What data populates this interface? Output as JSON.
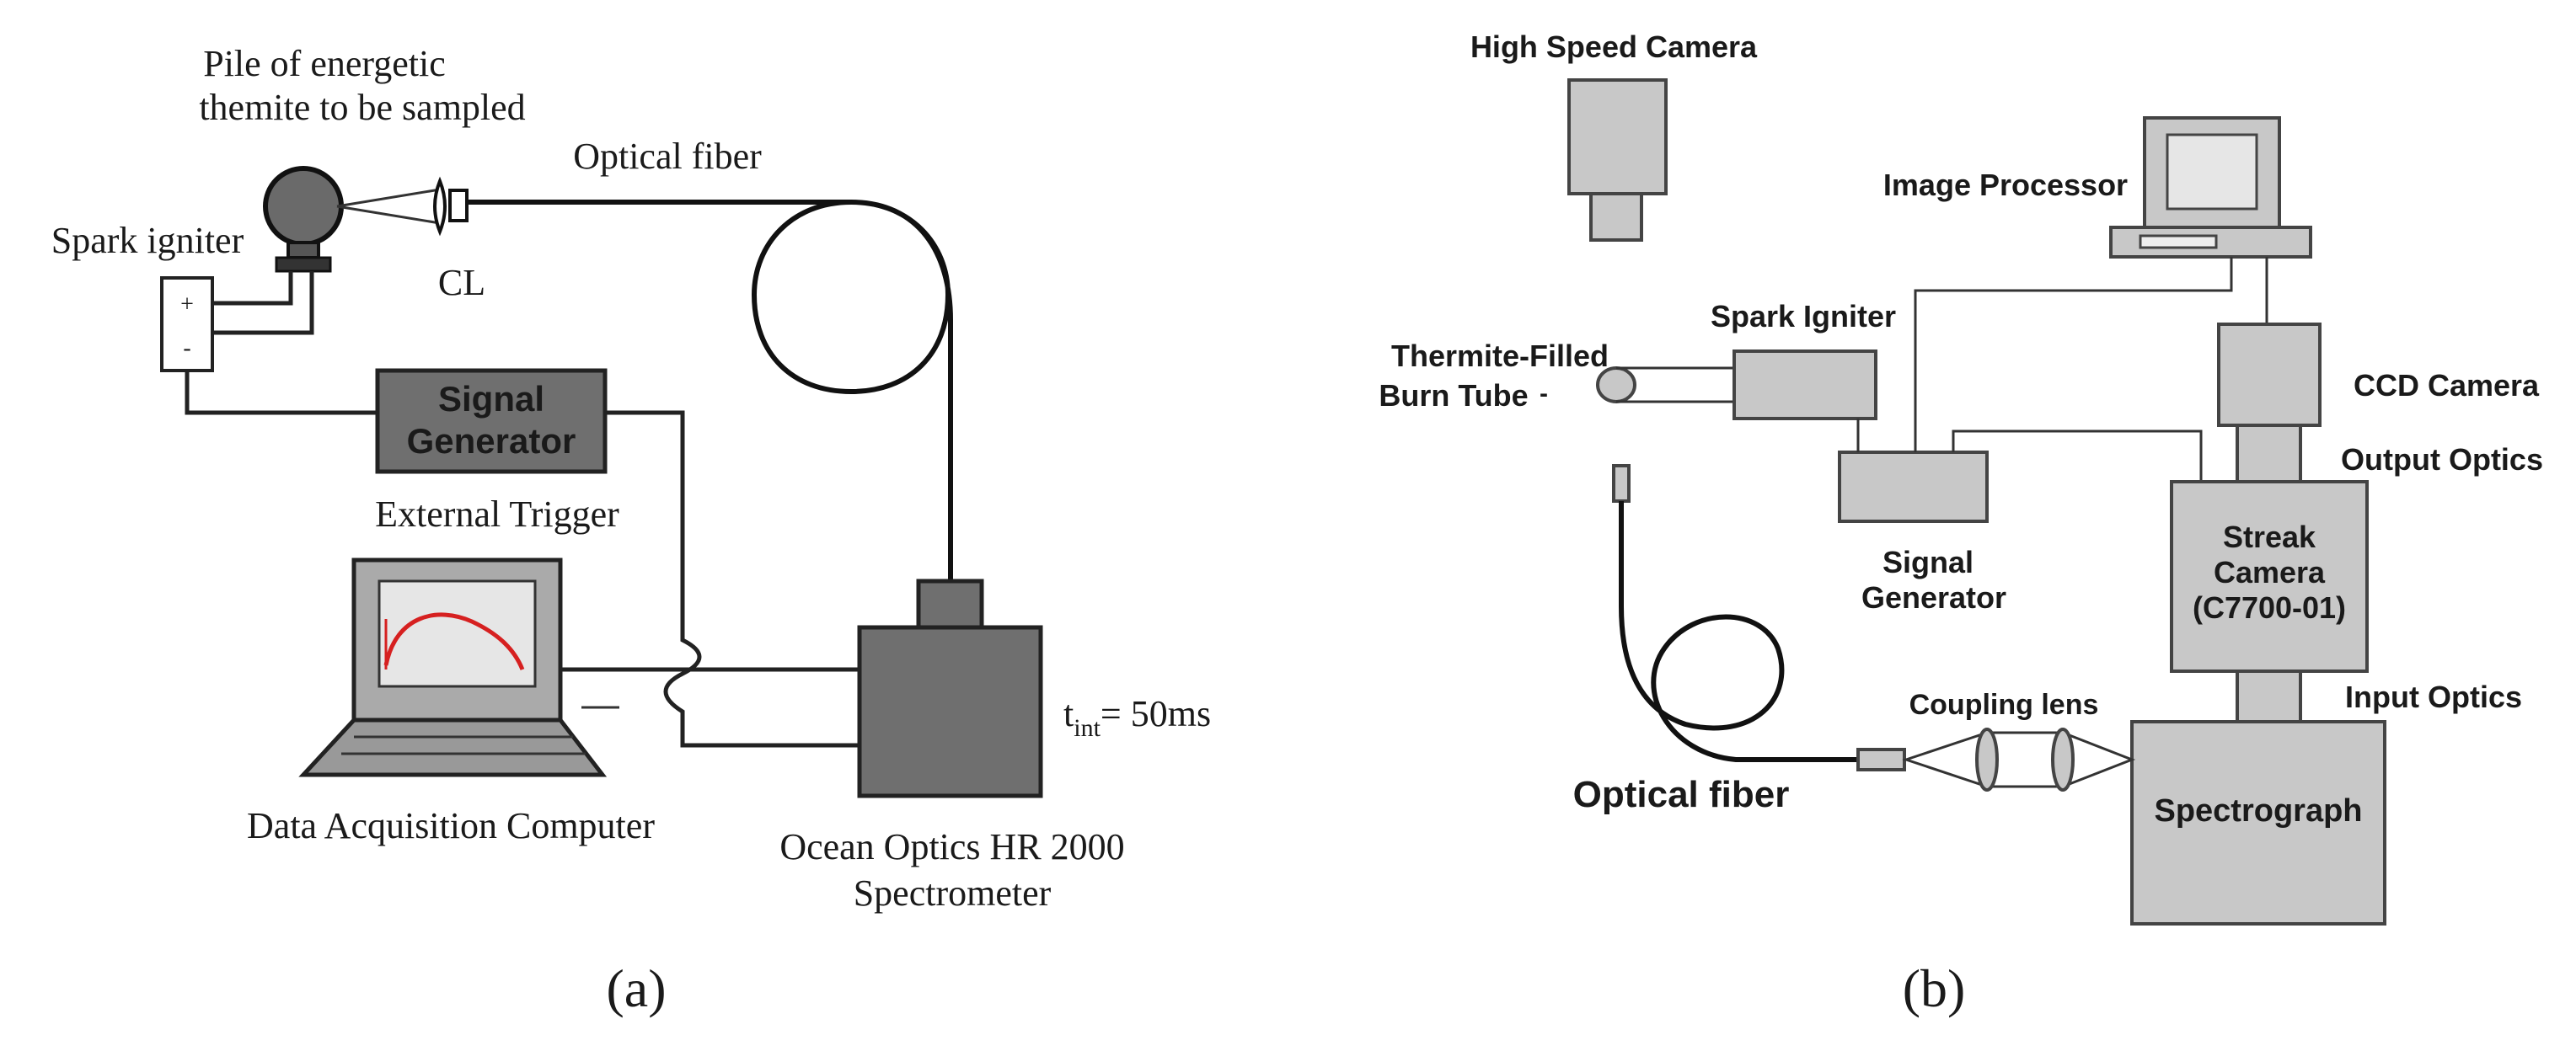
{
  "panel_a": {
    "sample_label_line1": "Pile of energetic",
    "sample_label_line2": "themite to be sampled",
    "spark_igniter": "Spark igniter",
    "optical_fiber": "Optical fiber",
    "cl": "CL",
    "plus": "+",
    "minus": "-",
    "signal_generator_line1": "Signal",
    "signal_generator_line2": "Generator",
    "external_trigger": "External Trigger",
    "t_int_base": "t",
    "t_int_sub": "int",
    "t_int_value": "= 50ms",
    "computer": "Data Acquisition Computer",
    "spectrometer_line1": "Ocean Optics HR 2000",
    "spectrometer_line2": "Spectrometer",
    "caption": "(a)",
    "accent_color": "#d62020"
  },
  "panel_b": {
    "high_speed_camera": "High Speed Camera",
    "image_processor": "Image Processor",
    "spark_igniter": "Spark Igniter",
    "burn_tube_line1": "Thermite-Filled",
    "burn_tube_line2": "Burn Tube",
    "minus": "-",
    "ccd_camera": "CCD Camera",
    "output_optics": "Output Optics",
    "signal_line1": "Signal",
    "signal_line2": "Generator",
    "streak_line1": "Streak",
    "streak_line2": "Camera",
    "streak_line3": "(C7700-01)",
    "input_optics": "Input Optics",
    "coupling_lens": "Coupling lens",
    "optical_fiber": "Optical fiber",
    "spectrograph": "Spectrograph",
    "caption": "(b)"
  }
}
